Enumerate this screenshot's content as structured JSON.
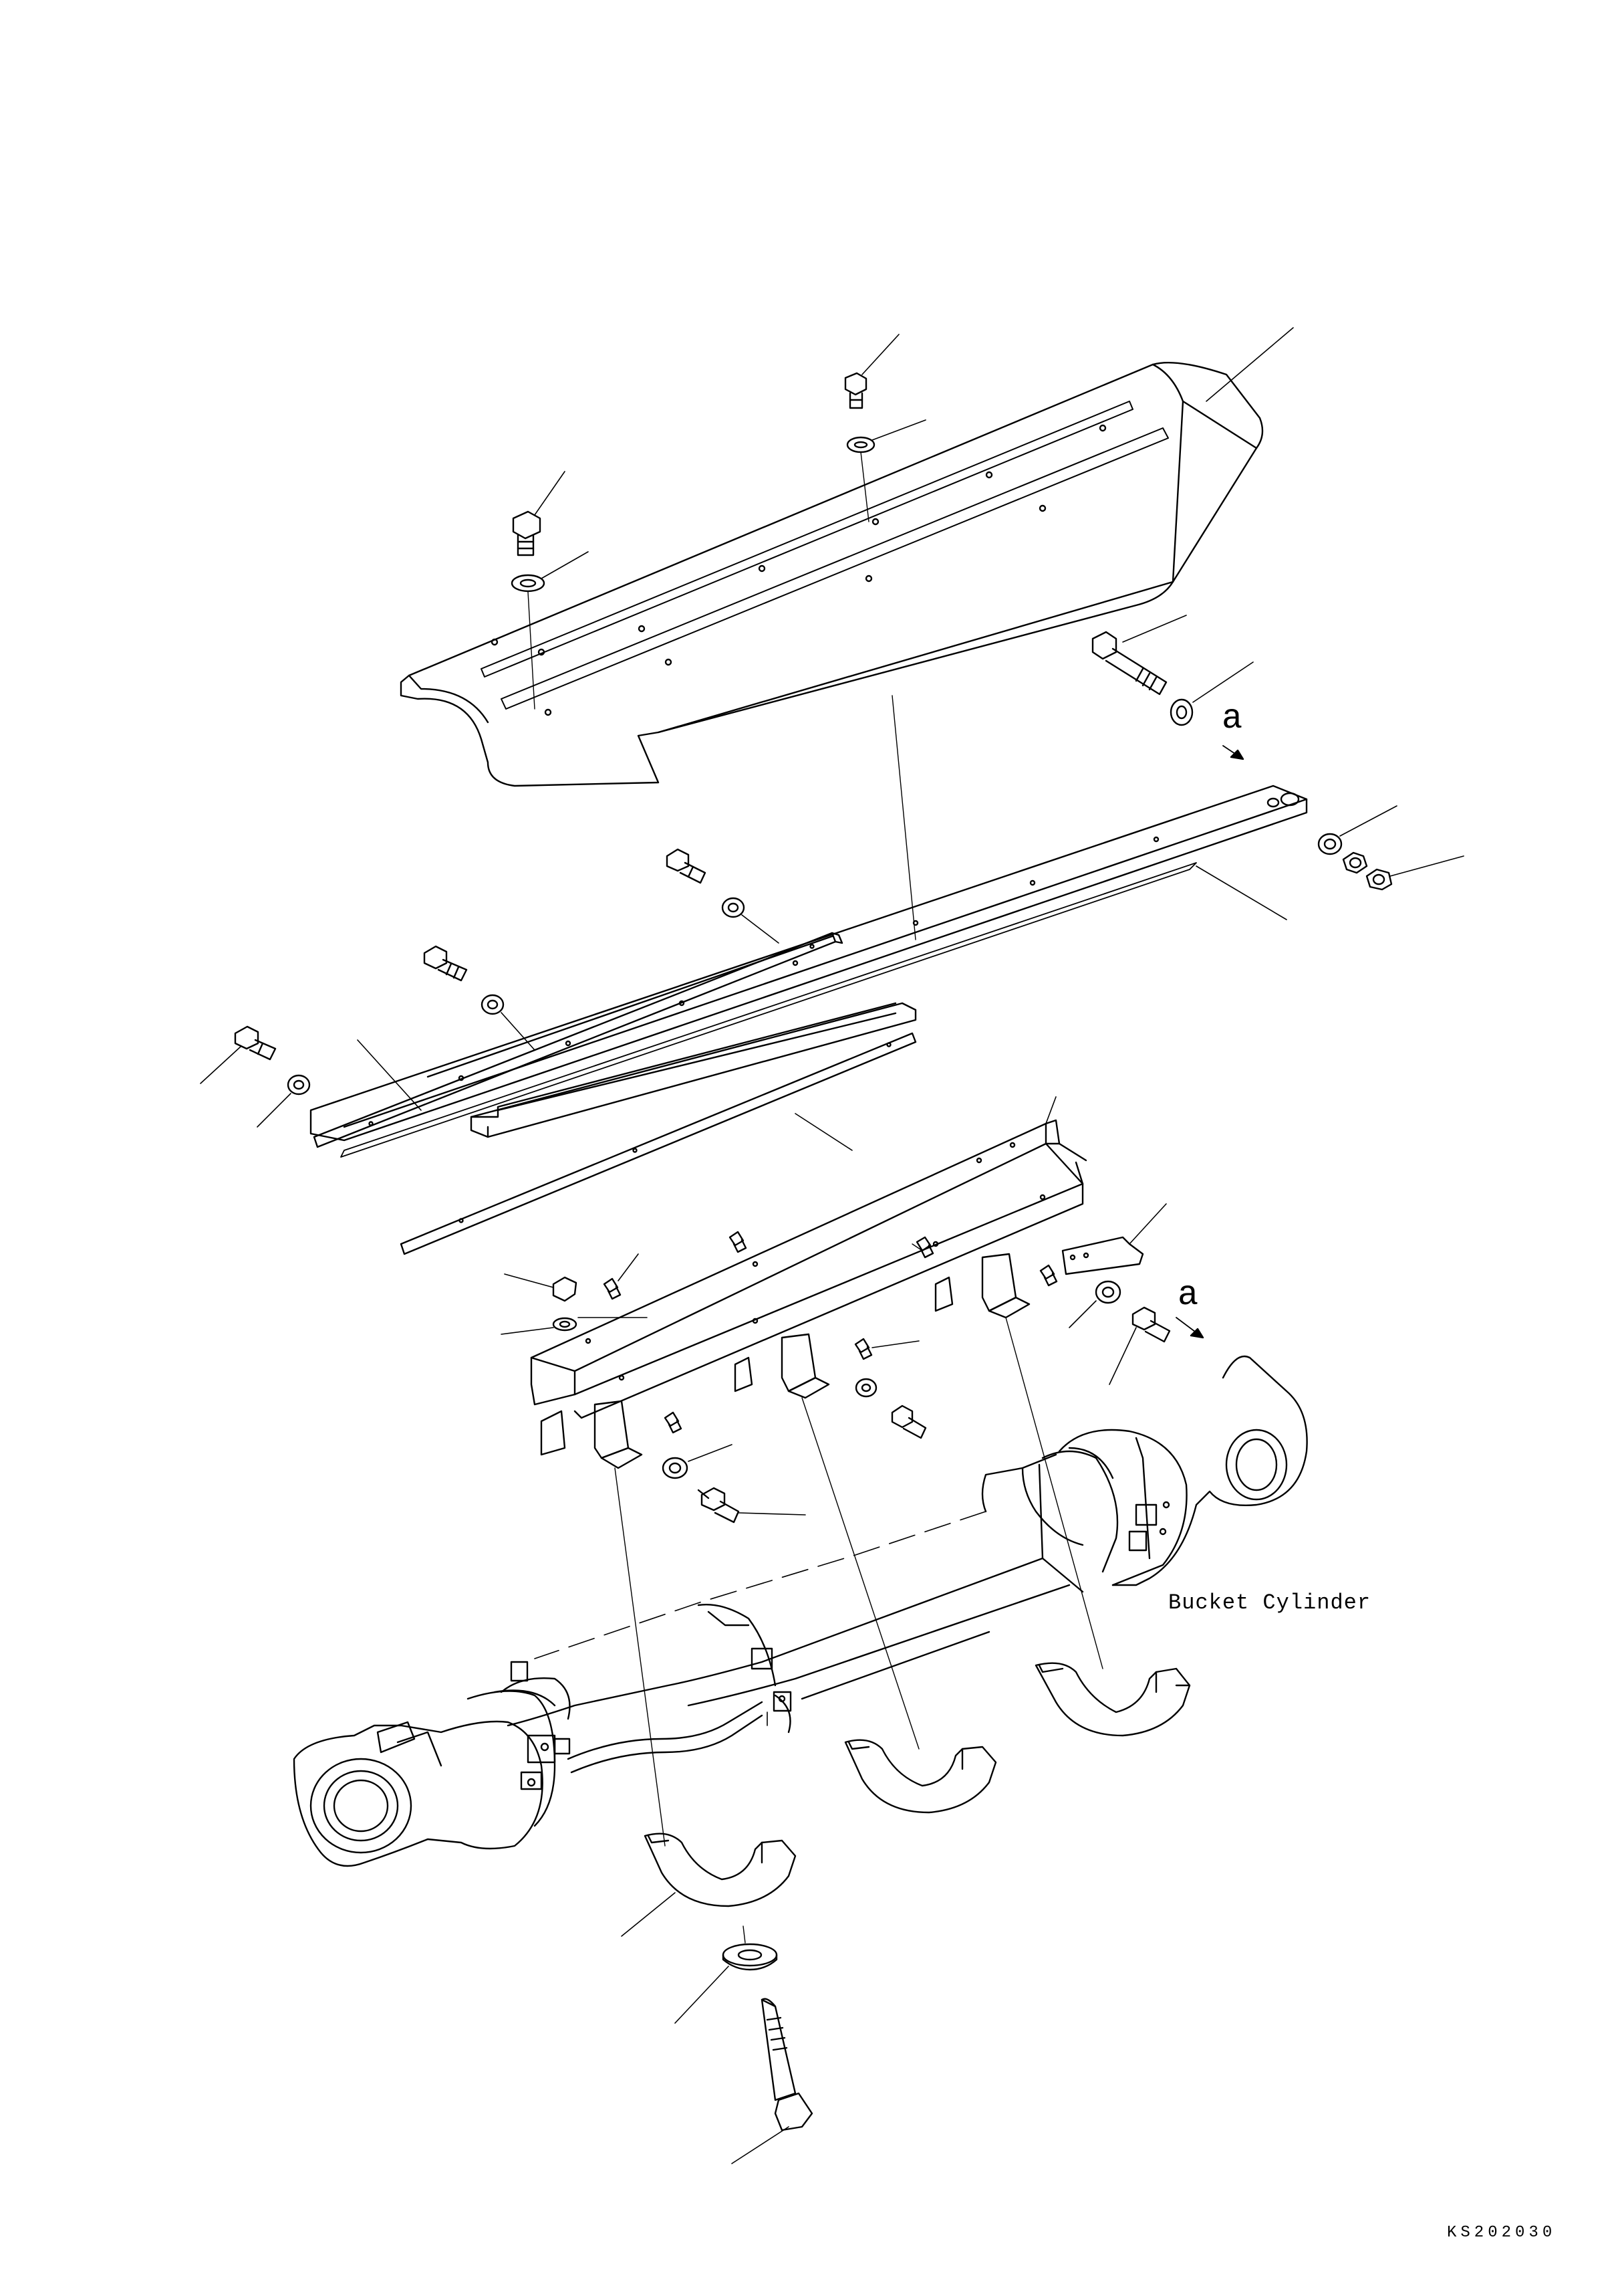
{
  "labels": {
    "callout_top": "a",
    "callout_bottom": "a",
    "component_name": "Bucket Cylinder",
    "drawing_code": "KS202030"
  },
  "colors": {
    "line": "#000000",
    "background": "#ffffff"
  }
}
